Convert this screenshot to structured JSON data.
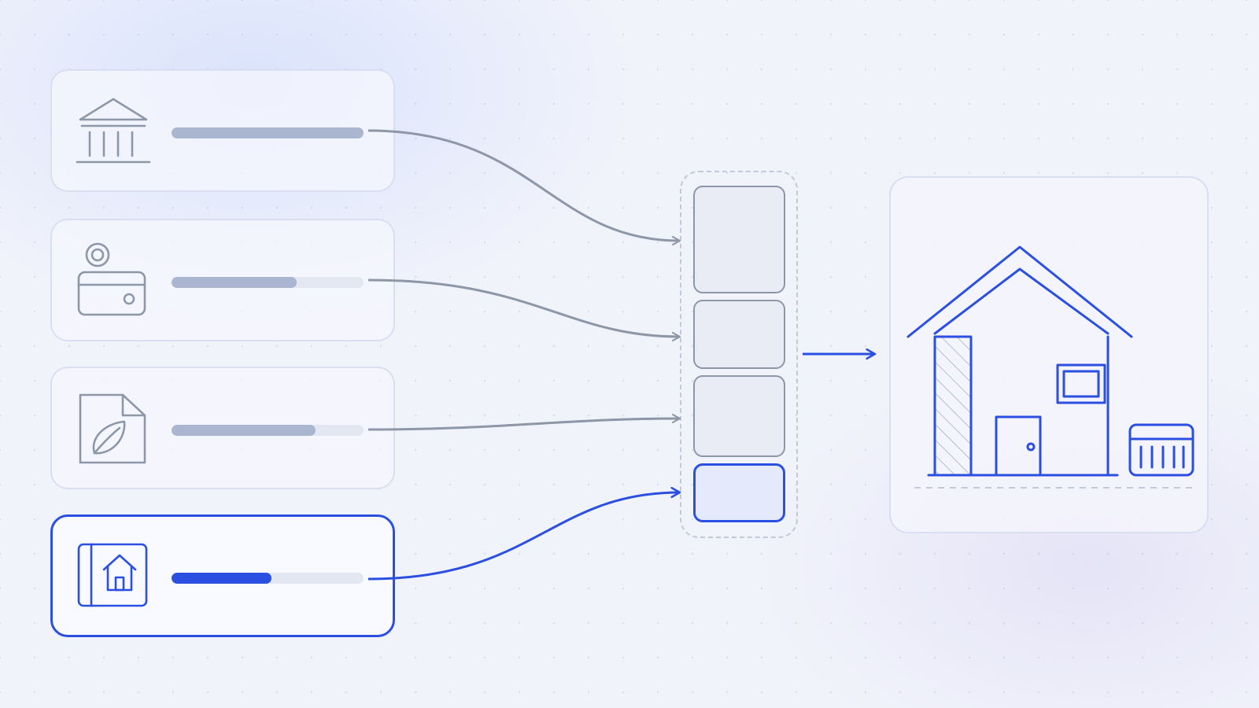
{
  "sources": [
    {
      "icon": "bank-icon",
      "progress": 1.0,
      "active": false
    },
    {
      "icon": "wallet-coin-icon",
      "progress": 0.65,
      "active": false
    },
    {
      "icon": "leaf-document-icon",
      "progress": 0.75,
      "active": false
    },
    {
      "icon": "house-book-icon",
      "progress": 0.52,
      "active": true
    }
  ],
  "stack_slots": 4,
  "active_slot": 3,
  "result_icon": "house-icon",
  "colors": {
    "accent": "#2b4fe0",
    "muted_line": "#8d97a8",
    "bar_fill": "#aab6cf",
    "bar_track": "#e3e7f2",
    "card_border": "#d9def0"
  }
}
